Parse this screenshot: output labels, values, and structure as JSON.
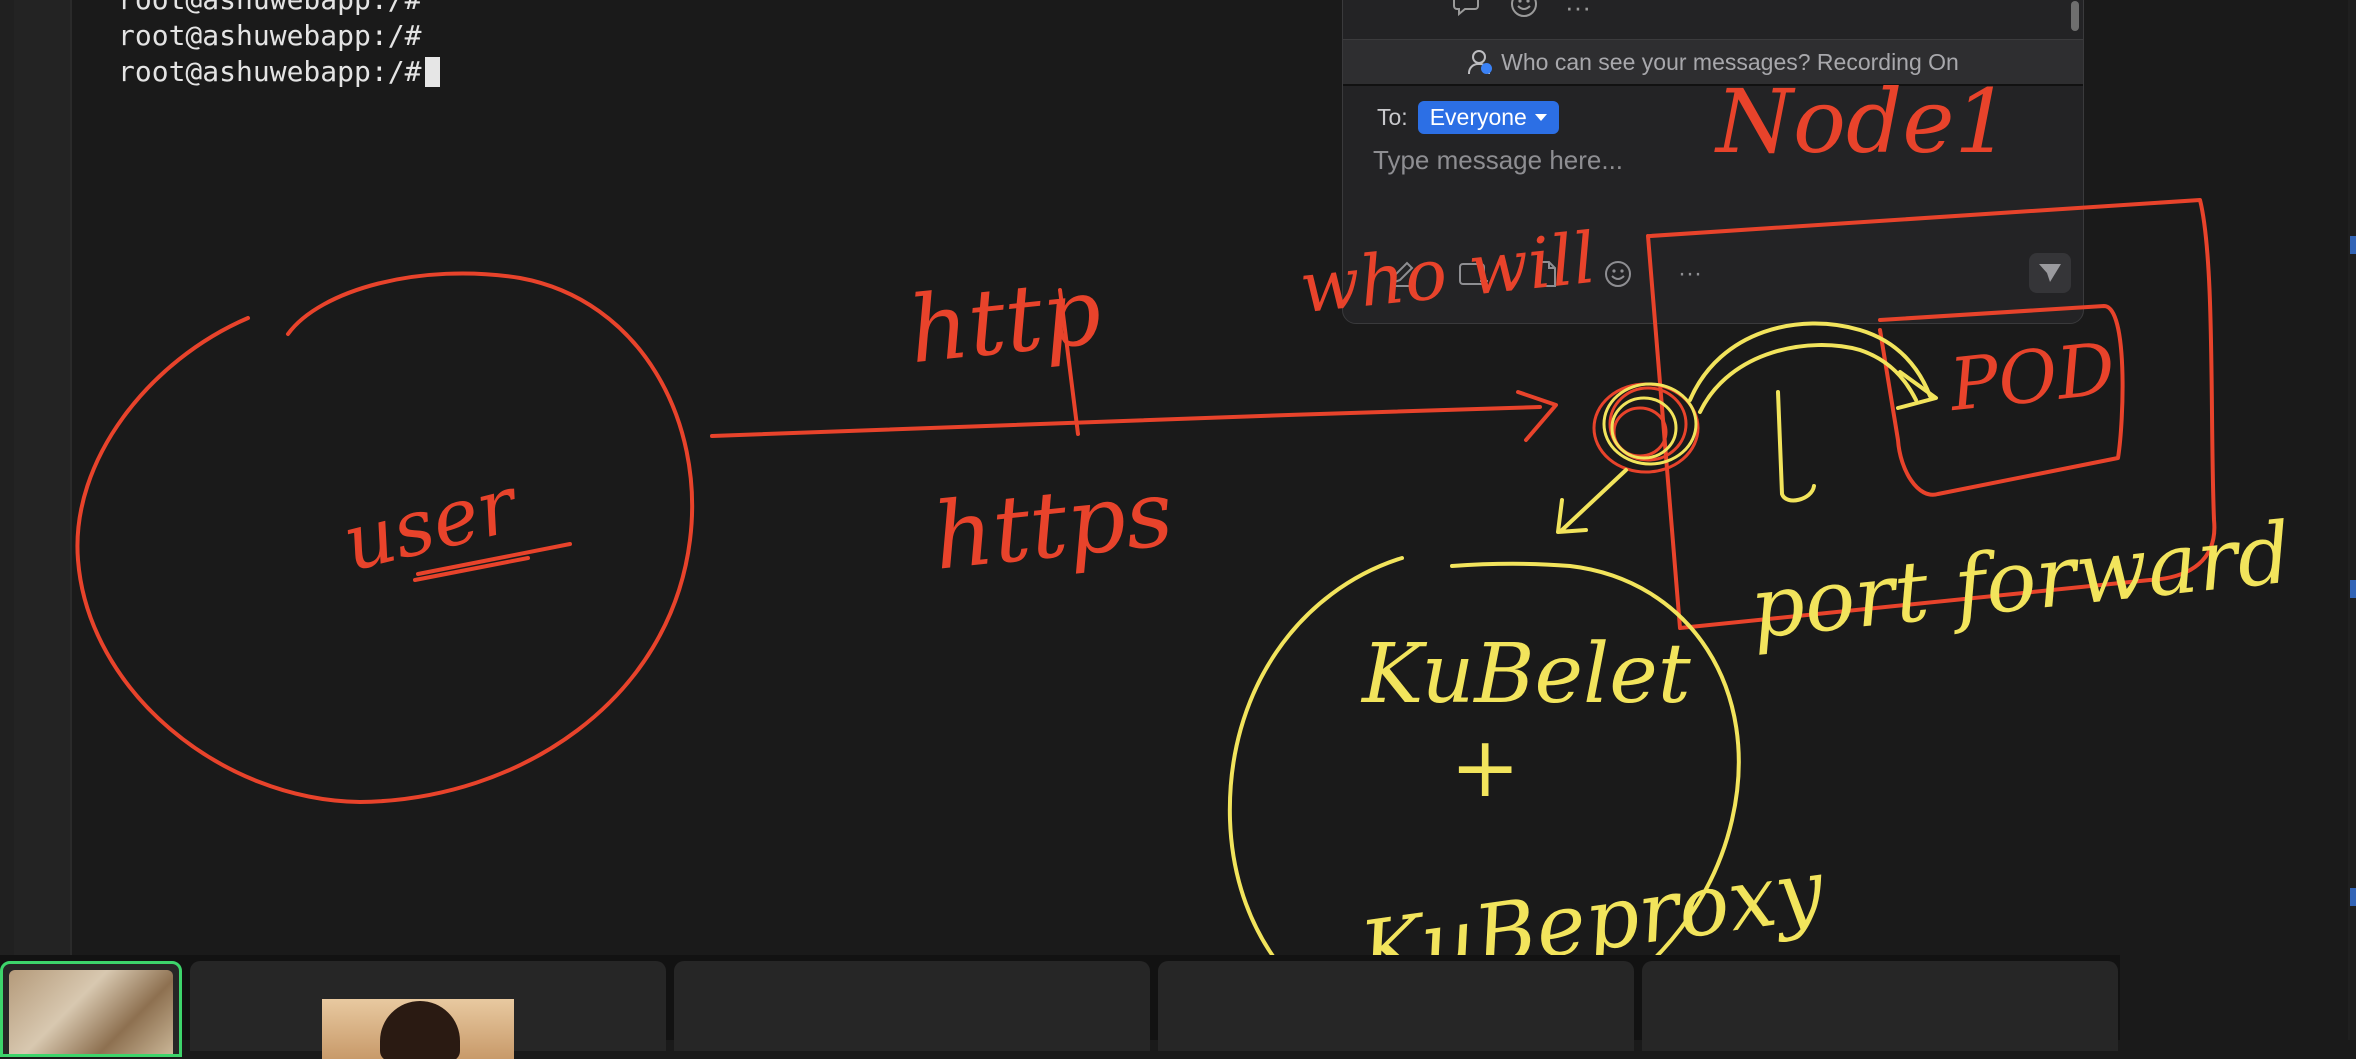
{
  "terminal": {
    "lines": [
      "root@ashuwebapp:/#",
      "root@ashuwebapp:/#",
      "root@ashuwebapp:/#"
    ]
  },
  "chat": {
    "privacy_text": "Who can see your messages? Recording On",
    "to_label": "To:",
    "recipient": "Everyone",
    "input_placeholder": "Type message here...",
    "more_label": "···",
    "icons": {
      "reaction": "comment-add-icon",
      "emoji": "emoji-icon",
      "format": "format-icon",
      "screenshot": "screenshot-icon",
      "file": "file-icon",
      "send": "send-icon",
      "privacy": "user-shield-icon"
    },
    "accent_color": "#2c6fe5"
  },
  "annotations": {
    "pen_colors": {
      "red": "#e8432b",
      "yellow": "#f2e45c"
    },
    "labels": {
      "user": "user",
      "http": "http",
      "https": "https",
      "who_will": "who will",
      "node": "Node1",
      "pod": "POD",
      "port_forward": "port forward",
      "kubelet": "KuBelet",
      "plus": "+",
      "kubeproxy": "KuBeproxy"
    }
  },
  "participants": {
    "active_color": "#3dd46b"
  }
}
